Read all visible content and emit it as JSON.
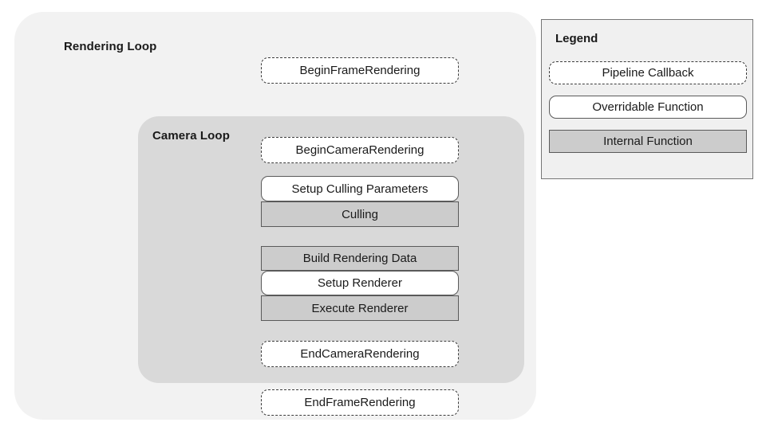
{
  "diagram": {
    "title": "Rendering Loop",
    "outer_loop": {
      "label": "Rendering Loop",
      "fill": "#f2f2f2"
    },
    "inner_loop": {
      "label": "Camera Loop",
      "fill": "#d9d9d9"
    },
    "nodes": [
      {
        "id": "begin-frame-rendering",
        "label": "BeginFrameRendering",
        "kind": "pipeline-callback",
        "scope": "rendering-loop"
      },
      {
        "id": "begin-camera-rendering",
        "label": "BeginCameraRendering",
        "kind": "pipeline-callback",
        "scope": "camera-loop"
      },
      {
        "id": "setup-culling-parameters",
        "label": "Setup Culling Parameters",
        "kind": "overridable-function",
        "scope": "camera-loop"
      },
      {
        "id": "culling",
        "label": "Culling",
        "kind": "internal-function",
        "scope": "camera-loop"
      },
      {
        "id": "build-rendering-data",
        "label": "Build Rendering Data",
        "kind": "internal-function",
        "scope": "camera-loop"
      },
      {
        "id": "setup-renderer",
        "label": "Setup Renderer",
        "kind": "overridable-function",
        "scope": "camera-loop"
      },
      {
        "id": "execute-renderer",
        "label": "Execute Renderer",
        "kind": "internal-function",
        "scope": "camera-loop"
      },
      {
        "id": "end-camera-rendering",
        "label": "EndCameraRendering",
        "kind": "pipeline-callback",
        "scope": "camera-loop"
      },
      {
        "id": "end-frame-rendering",
        "label": "EndFrameRendering",
        "kind": "pipeline-callback",
        "scope": "rendering-loop"
      }
    ]
  },
  "legend": {
    "title": "Legend",
    "items": [
      {
        "id": "pipeline-callback",
        "label": "Pipeline Callback",
        "style": "dashed-white",
        "fill": "#ffffff",
        "stroke": "#3b3b3b"
      },
      {
        "id": "overridable-function",
        "label": "Overridable Function",
        "style": "solid-rounded-white",
        "fill": "#ffffff",
        "stroke": "#5a5a5a"
      },
      {
        "id": "internal-function",
        "label": "Internal Function",
        "style": "solid-square-gray",
        "fill": "#cccccc",
        "stroke": "#5a5a5a"
      }
    ]
  },
  "colors": {
    "background": "#ffffff",
    "outer_panel": "#f2f2f2",
    "inner_panel": "#d9d9d9",
    "internal_box": "#cccccc",
    "legend_panel": "#f0f0f0",
    "text": "#1a1a1a"
  }
}
